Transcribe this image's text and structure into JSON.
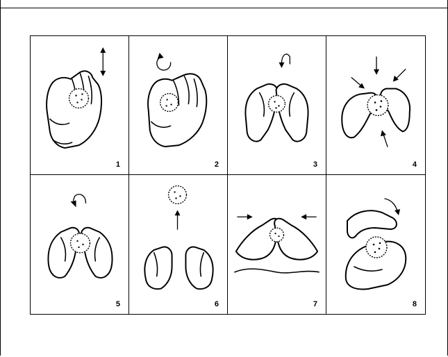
{
  "figure": {
    "panels": [
      {
        "number": "1",
        "icon": "hands-cupping-ball-vertical-arrow-icon"
      },
      {
        "number": "2",
        "icon": "hands-rolling-ball-circular-arrow-icon"
      },
      {
        "number": "3",
        "icon": "hands-turning-ball-curved-arrow-icon"
      },
      {
        "number": "4",
        "icon": "hands-pressing-ball-inward-arrows-icon"
      },
      {
        "number": "5",
        "icon": "hands-folding-ball-curved-arrow-icon"
      },
      {
        "number": "6",
        "icon": "ball-tossed-up-from-hands-icon"
      },
      {
        "number": "7",
        "icon": "hands-compressing-ball-side-arrows-icon"
      },
      {
        "number": "8",
        "icon": "hand-rolling-ball-on-palm-icon"
      }
    ]
  }
}
